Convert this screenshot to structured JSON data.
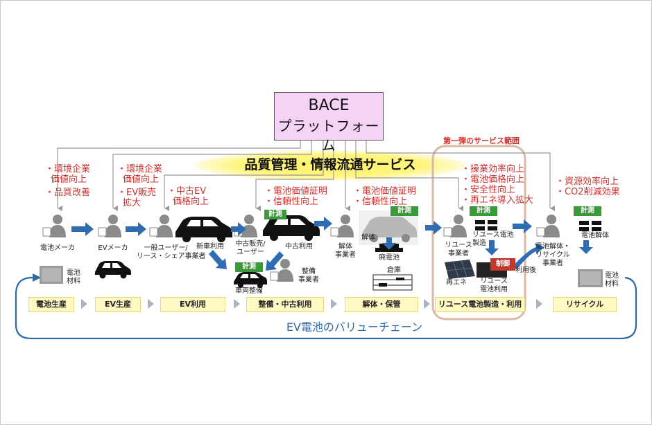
{
  "platform": {
    "line1": "BACE",
    "line2": "プラットフォーム"
  },
  "quality_service": "品質管理・情報流通サービス",
  "first_phase": "第一弾のサービス範囲",
  "value_chain_label": "EV電池のバリューチェーン",
  "benefits": {
    "battery_maker": [
      "・環境企業",
      "価値向上",
      "・品質改善"
    ],
    "ev_maker": [
      "・環境企業",
      "価値向上",
      "・EV販売",
      "拡大"
    ],
    "ev_user": [
      "・中古EV",
      "価格向上"
    ],
    "used_sales": [
      "・電池価値証明",
      "・信頼性向上"
    ],
    "dismantler": [
      "・電池価値証明",
      "・信頼性向上"
    ],
    "reuse": [
      "・操業効率向上",
      "・電池価格向上",
      "・安全性向上",
      "・再エネ導入拡大"
    ],
    "recycle": [
      "・資源効率向上",
      "・CO2削減効果"
    ]
  },
  "actors": {
    "battery_maker": "電池メーカ",
    "ev_maker": "EVメーカ",
    "ev_user": [
      "一般ユーザー/",
      "リース・シェア事業者"
    ],
    "new_car_use": "新車利用",
    "used_sales": [
      "中古販売/",
      "ユーザー"
    ],
    "used_use": "中古利用",
    "maintenance_biz": [
      "整備",
      "事業者"
    ],
    "vehicle_maintenance": "車両整備",
    "dismantler": [
      "解体",
      "事業者"
    ],
    "dismantle": "解体",
    "waste_battery": "廃電池",
    "warehouse": "倉庫",
    "reuse_biz": [
      "リユース",
      "事業者"
    ],
    "reuse_battery_mfg": [
      "リユース電池",
      "製造"
    ],
    "renewable": "再エネ",
    "reuse_battery_use": [
      "リユース",
      "電池利用"
    ],
    "after_use": "利用後",
    "recycler": [
      "電池解体・",
      "リサイクル",
      "事業者"
    ],
    "battery_dismantle": "電池解体",
    "battery_material_left": [
      "電池",
      "材料"
    ],
    "battery_material_right": [
      "電池",
      "材料"
    ]
  },
  "tags": {
    "measure": "計測",
    "control": "制御"
  },
  "stages": [
    "電池生産",
    "EV生産",
    "EV利用",
    "整備・中古利用",
    "解体・保管",
    "リユース電池製造・利用",
    "リサイクル"
  ],
  "colors": {
    "accent_red": "#d0312d",
    "flow_blue": "#2f6db3",
    "measure_green": "#3a9a3a",
    "platform_pink": "#f4d3f6",
    "stage_yellow": "#fff9c4"
  }
}
